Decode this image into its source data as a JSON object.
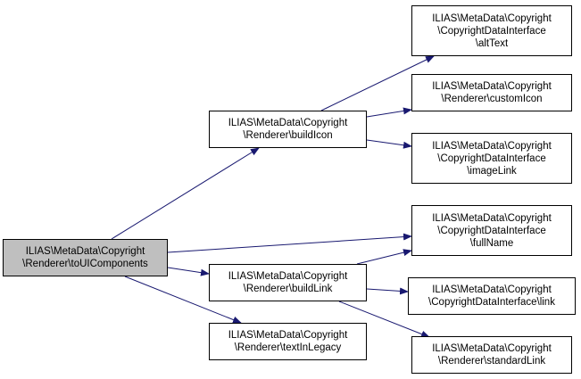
{
  "nodes": {
    "root": [
      "ILIAS\\MetaData\\Copyright",
      "\\Renderer\\toUIComponents"
    ],
    "build_icon": [
      "ILIAS\\MetaData\\Copyright",
      "\\Renderer\\buildIcon"
    ],
    "build_link": [
      "ILIAS\\MetaData\\Copyright",
      "\\Renderer\\buildLink"
    ],
    "text_in_legacy": [
      "ILIAS\\MetaData\\Copyright",
      "\\Renderer\\textInLegacy"
    ],
    "alt_text": [
      "ILIAS\\MetaData\\Copyright",
      "\\CopyrightDataInterface",
      "\\altText"
    ],
    "custom_icon": [
      "ILIAS\\MetaData\\Copyright",
      "\\Renderer\\customIcon"
    ],
    "image_link": [
      "ILIAS\\MetaData\\Copyright",
      "\\CopyrightDataInterface",
      "\\imageLink"
    ],
    "full_name": [
      "ILIAS\\MetaData\\Copyright",
      "\\CopyrightDataInterface",
      "\\fullName"
    ],
    "link": [
      "ILIAS\\MetaData\\Copyright",
      "\\CopyrightDataInterface\\link"
    ],
    "standard_link": [
      "ILIAS\\MetaData\\Copyright",
      "\\Renderer\\standardLink"
    ]
  },
  "edges": [
    [
      "root",
      "build_icon"
    ],
    [
      "root",
      "full_name"
    ],
    [
      "root",
      "build_link"
    ],
    [
      "root",
      "text_in_legacy"
    ],
    [
      "build_icon",
      "alt_text"
    ],
    [
      "build_icon",
      "custom_icon"
    ],
    [
      "build_icon",
      "image_link"
    ],
    [
      "build_link",
      "full_name"
    ],
    [
      "build_link",
      "link"
    ],
    [
      "build_link",
      "standard_link"
    ]
  ],
  "colors": {
    "edge": "#191970",
    "root_fill": "#bfbfbf",
    "node_fill": "#ffffff",
    "border": "#000000"
  }
}
